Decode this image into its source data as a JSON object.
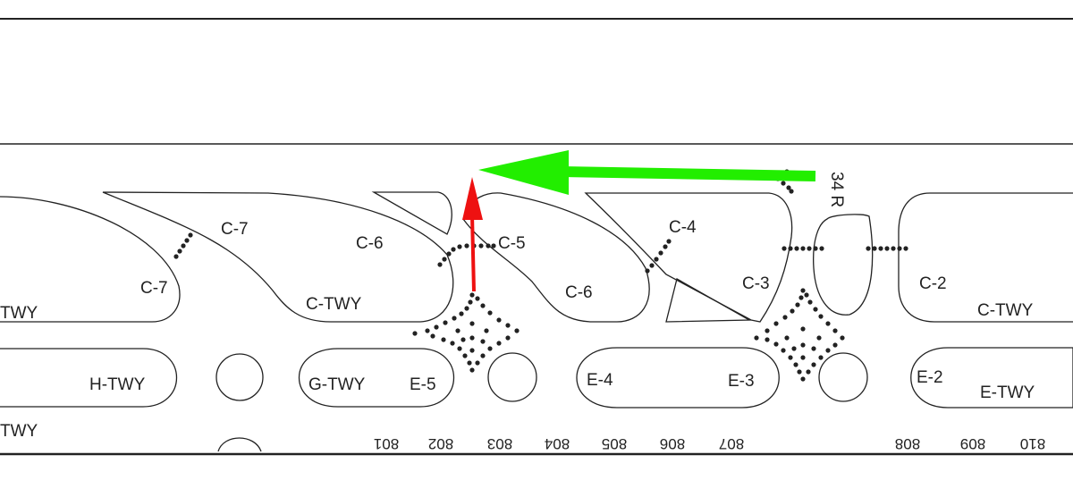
{
  "map": {
    "runway_label": "34 R",
    "labels": {
      "c7_upper": "C-7",
      "c7_lower": "C-7",
      "c6_upper": "C-6",
      "c6_lower": "C-6",
      "c5": "C-5",
      "c4": "C-4",
      "c3": "C-3",
      "c2": "C-2",
      "ctwy_left": "TWY",
      "ctwy_mid": "C-TWY",
      "ctwy_right": "C-TWY",
      "htwy": "H-TWY",
      "gtwy": "G-TWY",
      "e5": "E-5",
      "e4": "E-4",
      "e3": "E-3",
      "e2": "E-2",
      "etwy": "E-TWY",
      "twy_bottom_left": "TWY"
    },
    "stands": [
      "801",
      "802",
      "803",
      "804",
      "805",
      "806",
      "807",
      "808",
      "809",
      "810"
    ],
    "arrow_colors": {
      "green": "#22ee00",
      "red": "#ee1111"
    }
  }
}
